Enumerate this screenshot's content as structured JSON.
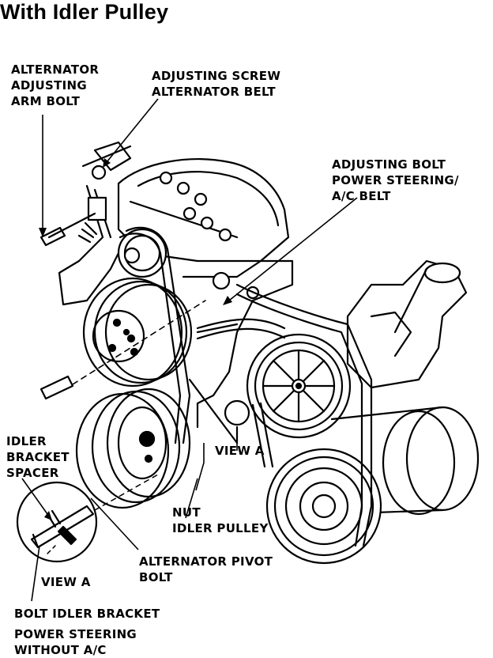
{
  "title": "With Idler Pulley",
  "callouts": {
    "alternator_adjusting_arm_bolt": [
      "ALTERNATOR",
      "ADJUSTING",
      "ARM BOLT"
    ],
    "adjusting_screw_alternator_belt": [
      "ADJUSTING SCREW",
      "ALTERNATOR BELT"
    ],
    "adjusting_bolt_ps_ac_belt": [
      "ADJUSTING BOLT",
      "POWER STEERING/",
      "A/C BELT"
    ],
    "idler_bracket_spacer": [
      "IDLER",
      "BRACKET",
      "SPACER"
    ],
    "view_a_main": [
      "VIEW A"
    ],
    "nut_idler_pulley": [
      "NUT",
      "IDLER PULLEY"
    ],
    "alternator_pivot_bolt": [
      "ALTERNATOR PIVOT",
      "BOLT"
    ],
    "view_a_inset": [
      "VIEW A"
    ],
    "bolt_idler_bracket": [
      "BOLT IDLER BRACKET"
    ],
    "power_steering_without_ac": [
      "POWER STEERING",
      "WITHOUT A/C"
    ]
  },
  "colors": {
    "ink": "#000000",
    "paper": "#ffffff"
  }
}
